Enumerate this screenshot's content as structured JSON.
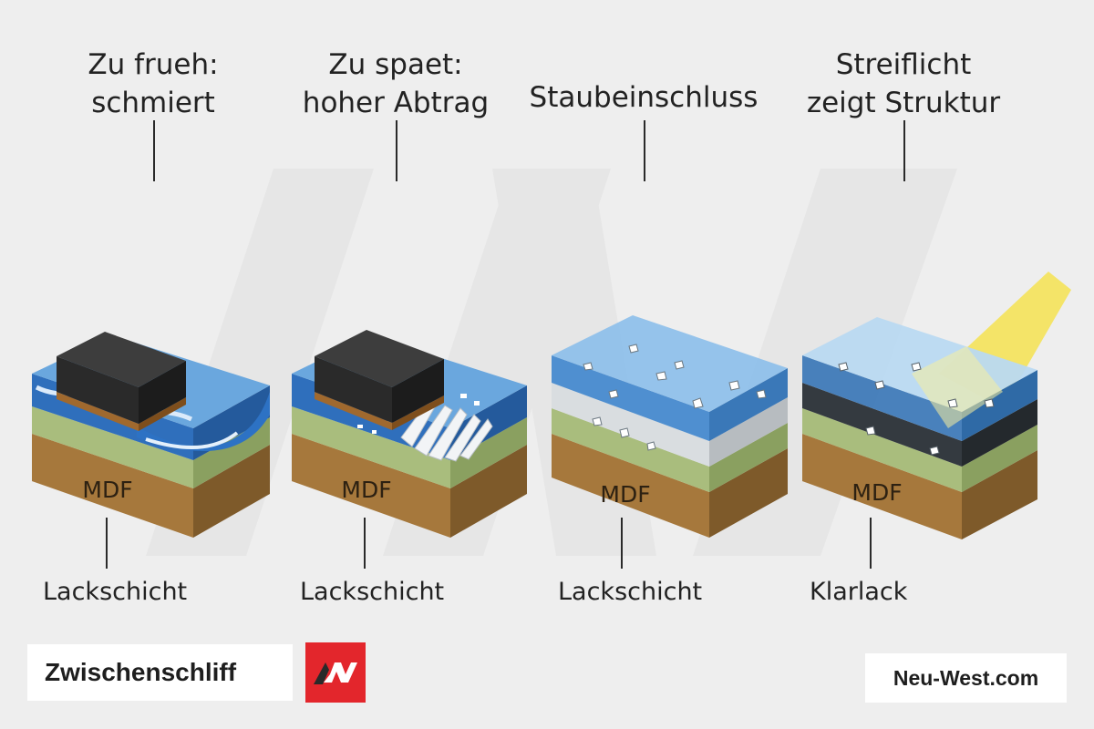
{
  "title": "Zwischenschliff",
  "site": "Neu-West.com",
  "panels": [
    {
      "heading": [
        "Zu frueh:",
        "schmiert"
      ],
      "footer": "Lackschicht",
      "core": "MDF"
    },
    {
      "heading": [
        "Zu spaet:",
        "hoher Abtrag"
      ],
      "footer": "Lackschicht",
      "core": "MDF"
    },
    {
      "heading": [
        "Staubeinschluss"
      ],
      "footer": "Lackschicht",
      "core": "MDF"
    },
    {
      "heading": [
        "Streiflicht",
        "zeigt Struktur"
      ],
      "footer": "Klarlack",
      "core": "MDF"
    }
  ],
  "colors": {
    "mdf_front": "#a6783c",
    "mdf_side": "#7e5a2a",
    "primer_front": "#a9bd7d",
    "primer_side": "#8aa060",
    "paint_front": "#2f6fbc",
    "paint_top": "#6aa7de",
    "clear_top": "#b9d9f1",
    "dark_coat": "#343a40",
    "white_coat": "#d9dde0",
    "light_beam": "#f4e259",
    "block": "#2b2b2b",
    "logo": "#e3262c"
  }
}
